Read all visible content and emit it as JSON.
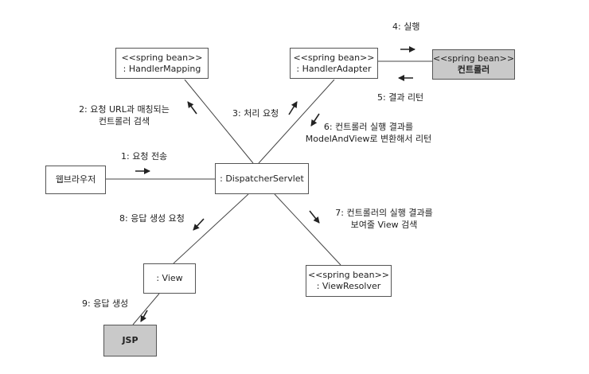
{
  "nodes": {
    "handler_mapping": {
      "stereotype": "<<spring bean>>",
      "name": ": HandlerMapping"
    },
    "handler_adapter": {
      "stereotype": "<<spring bean>>",
      "name": ": HandlerAdapter"
    },
    "controller": {
      "stereotype": "<<spring bean>>",
      "name": "컨트롤러"
    },
    "browser": {
      "name": "웹브라우저"
    },
    "dispatcher": {
      "name": ": DispatcherServlet"
    },
    "view": {
      "name": ": View"
    },
    "view_resolver": {
      "stereotype": "<<spring bean>>",
      "name": ": ViewResolver"
    },
    "jsp": {
      "name": "JSP"
    }
  },
  "messages": {
    "m1": {
      "line1": "1: 요청 전송"
    },
    "m2": {
      "line1": "2: 요청 URL과 매칭되는",
      "line2": "컨트롤러 검색"
    },
    "m3": {
      "line1": "3: 처리 요청"
    },
    "m4": {
      "line1": "4: 실행"
    },
    "m5": {
      "line1": "5: 결과 리턴"
    },
    "m6": {
      "line1": "6: 컨트롤러 실행 결과를",
      "line2": "ModelAndView로 변환해서 리턴"
    },
    "m7": {
      "line1": "7: 컨트롤러의 실행 결과를",
      "line2": "보여줄 View 검색"
    },
    "m8": {
      "line1": "8: 응답 생성 요청"
    },
    "m9": {
      "line1": "9: 응답 생성"
    }
  }
}
